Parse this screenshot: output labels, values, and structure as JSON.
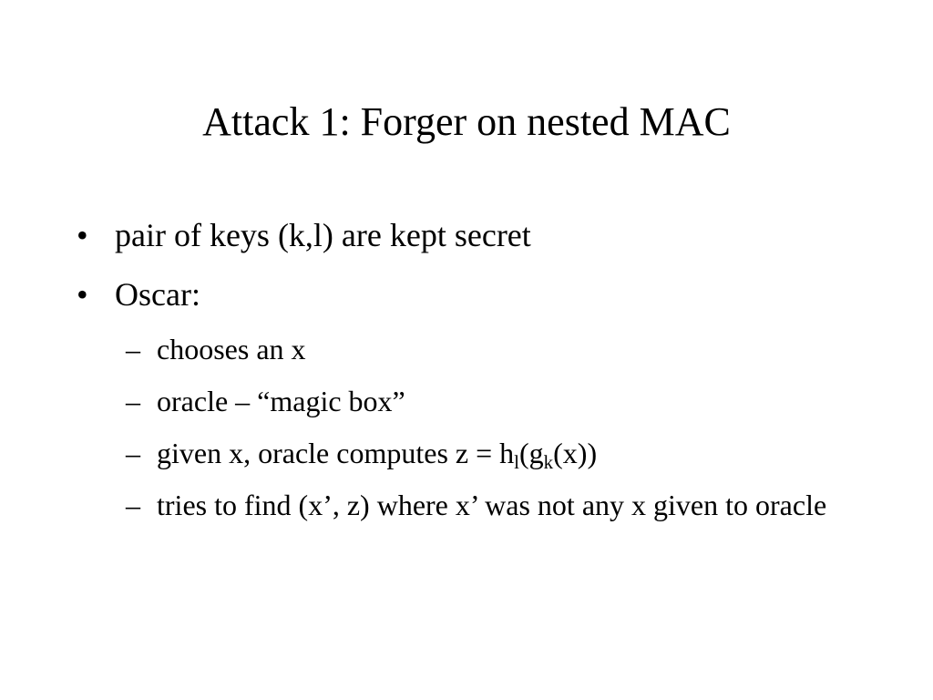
{
  "slide": {
    "title": "Attack 1: Forger on nested MAC",
    "bullet_glyph": "•",
    "dash_glyph": "–",
    "bullets": [
      {
        "text": "pair of keys (k,l) are kept secret"
      },
      {
        "text": "Oscar:"
      }
    ],
    "sub_bullets": [
      {
        "text": "chooses an x"
      },
      {
        "text": "oracle – “magic box”"
      },
      {
        "prefix": "given x, oracle computes z = h",
        "sub1": "l",
        "mid": "(g",
        "sub2": "k",
        "suffix": "(x))"
      },
      {
        "text": "tries to find (x’, z) where x’ was not any x given to oracle"
      }
    ]
  }
}
